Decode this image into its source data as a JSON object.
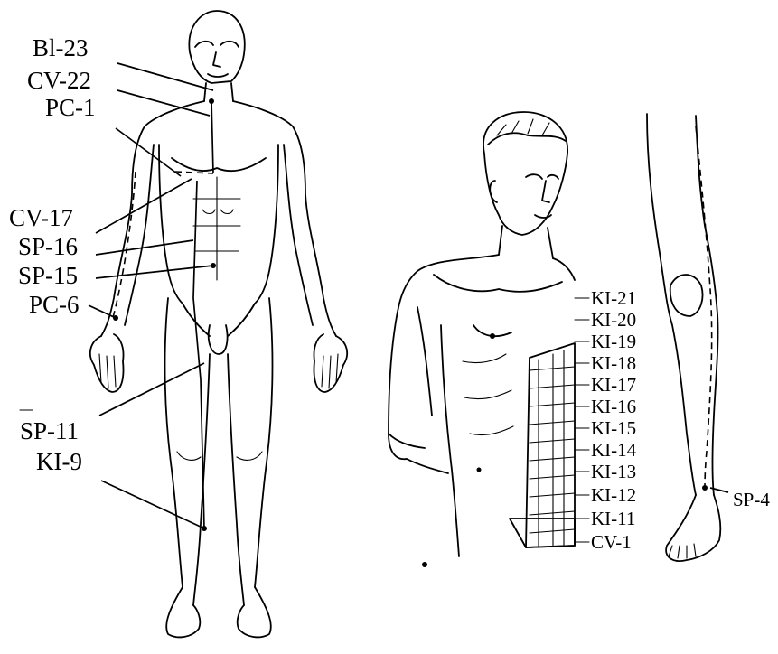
{
  "figure_front": {
    "labels": [
      "Bl-23",
      "CV-22",
      "PC-1",
      "CV-17",
      "SP-16",
      "SP-15",
      "PC-6",
      "SP-11",
      "KI-9"
    ]
  },
  "figure_torso": {
    "labels": [
      "KI-21",
      "KI-20",
      "KI-19",
      "KI-18",
      "KI-17",
      "KI-16",
      "KI-15",
      "KI-14",
      "KI-13",
      "KI-12",
      "KI-11",
      "CV-1"
    ]
  },
  "figure_leg": {
    "labels": [
      "SP-4"
    ]
  }
}
